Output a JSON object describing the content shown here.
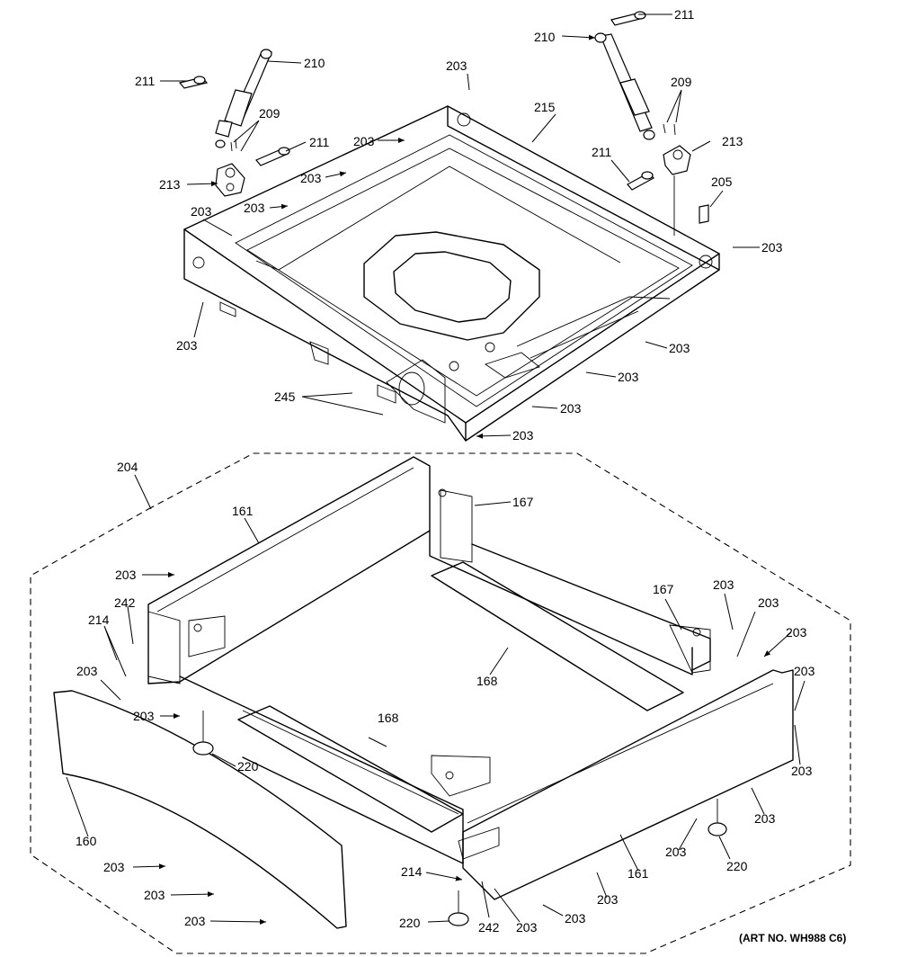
{
  "art_number": "(ART NO. WH988 C6)",
  "callouts": [
    {
      "id": "211",
      "text": "211"
    },
    {
      "id": "210",
      "text": "210"
    },
    {
      "id": "209",
      "text": "209"
    },
    {
      "id": "213",
      "text": "213"
    },
    {
      "id": "215",
      "text": "215"
    },
    {
      "id": "205",
      "text": "205"
    },
    {
      "id": "203",
      "text": "203"
    },
    {
      "id": "245",
      "text": "245"
    },
    {
      "id": "204",
      "text": "204"
    },
    {
      "id": "161",
      "text": "161"
    },
    {
      "id": "167",
      "text": "167"
    },
    {
      "id": "242",
      "text": "242"
    },
    {
      "id": "214",
      "text": "214"
    },
    {
      "id": "168",
      "text": "168"
    },
    {
      "id": "220",
      "text": "220"
    },
    {
      "id": "160",
      "text": "160"
    }
  ]
}
